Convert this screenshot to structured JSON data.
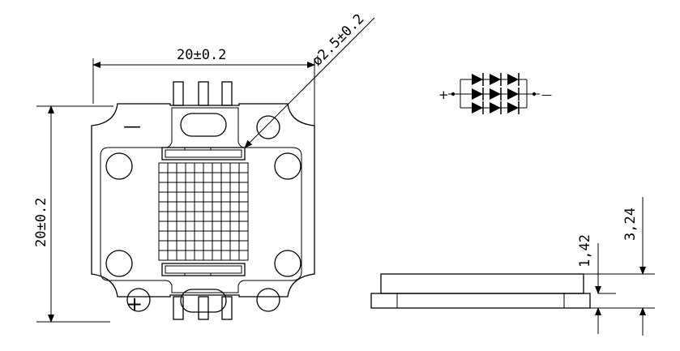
{
  "dimensions": {
    "width_label": "20±0.2",
    "height_label": "20±0.2",
    "hole_label": "ø2.5±0.2",
    "height_total_label": "3,24",
    "height_base_label": "1,42"
  },
  "polarity": {
    "negative": "—",
    "positive": "+"
  },
  "circuit": {
    "plus": "+",
    "minus": "—"
  }
}
